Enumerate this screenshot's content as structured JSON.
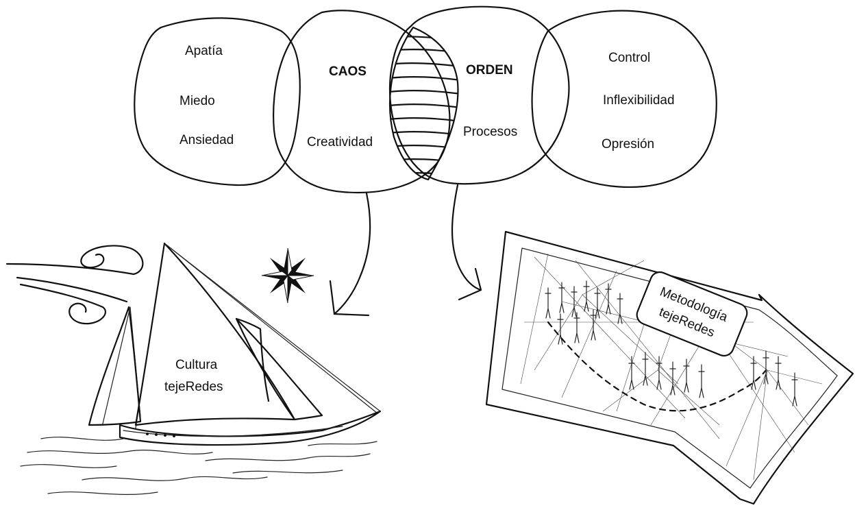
{
  "venn": {
    "far_left": {
      "items": [
        "Apatía",
        "Miedo",
        "Ansiedad"
      ]
    },
    "caos": {
      "title": "CAOS",
      "item": "Creatividad"
    },
    "orden": {
      "title": "ORDEN",
      "item": "Procesos"
    },
    "far_right": {
      "items": [
        "Control",
        "Inflexibilidad",
        "Opresión"
      ]
    }
  },
  "boat": {
    "label_line1": "Cultura",
    "label_line2": "tejeRedes"
  },
  "map": {
    "label_line1": "Metodología",
    "label_line2": "tejeRedes"
  },
  "icons": [
    "compass-rose-icon",
    "wind-swirl-icon",
    "sailboat-illustration",
    "map-illustration"
  ]
}
